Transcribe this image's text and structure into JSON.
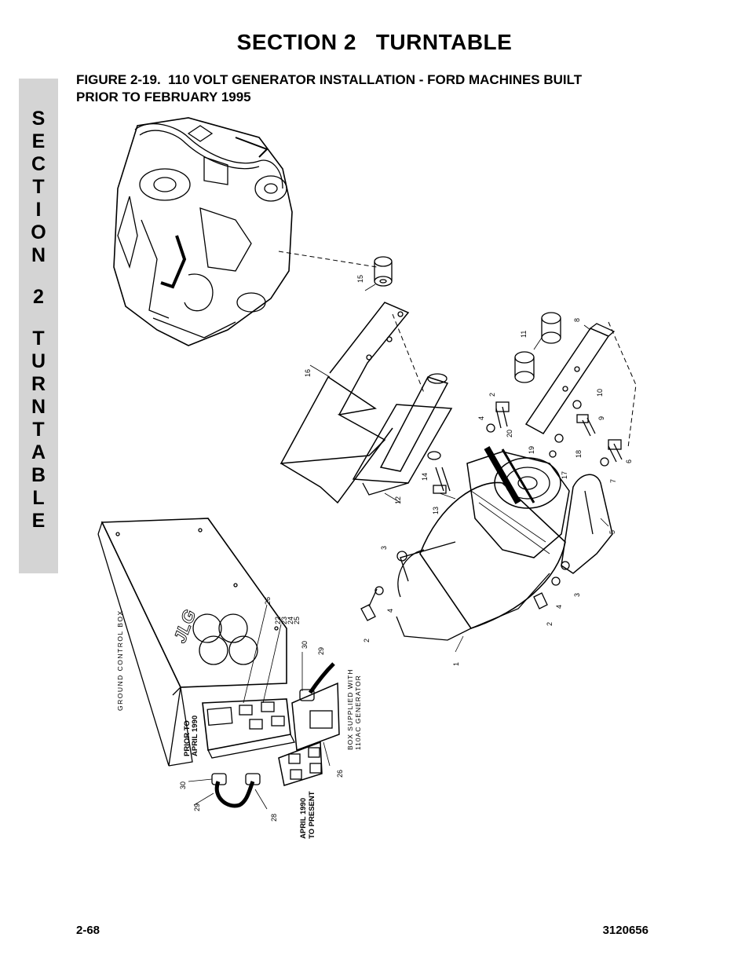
{
  "header": {
    "section_title": "SECTION 2   TURNTABLE"
  },
  "figure": {
    "title_line1": "FIGURE 2-19.  110 VOLT GENERATOR INSTALLATION - FORD MACHINES BUILT",
    "title_line2": "PRIOR TO FEBRUARY 1995",
    "callouts": {
      "c1": "1",
      "c2a": "2",
      "c2b": "2",
      "c2c": "2",
      "c3a": "3",
      "c3b": "3",
      "c4a": "4",
      "c4b": "4",
      "c4c": "4",
      "c5": "5",
      "c6": "6",
      "c7": "7",
      "c8": "8",
      "c9": "9",
      "c10": "10",
      "c11": "11",
      "c12": "12",
      "c13": "13",
      "c14": "14",
      "c15": "15",
      "c16": "16",
      "c17": "17",
      "c18": "18",
      "c19": "19",
      "c20": "20",
      "c22": "22",
      "c23": "23",
      "c24": "24",
      "c25": "25",
      "c26a": "26",
      "c26b": "26",
      "c28": "28",
      "c29a": "29",
      "c29b": "29",
      "c30a": "30",
      "c30b": "30"
    },
    "labels": {
      "ground_control_box": "GROUND CONTROL BOX",
      "prior_to_1": "PRIOR TO",
      "prior_to_2": "APRIL 1990",
      "present_1": "APRIL 1990",
      "present_2": "TO PRESENT",
      "box_supplied_1": "BOX SUPPLIED WITH",
      "box_supplied_2": "110AC GENERATOR",
      "logo": "JLG"
    }
  },
  "side_tab": {
    "letters": [
      "S",
      "E",
      "C",
      "T",
      "I",
      "O",
      "N",
      "",
      "2",
      "",
      "T",
      "U",
      "R",
      "N",
      "T",
      "A",
      "B",
      "L",
      "E"
    ]
  },
  "footer": {
    "page_number": "2-68",
    "doc_number": "3120656"
  }
}
